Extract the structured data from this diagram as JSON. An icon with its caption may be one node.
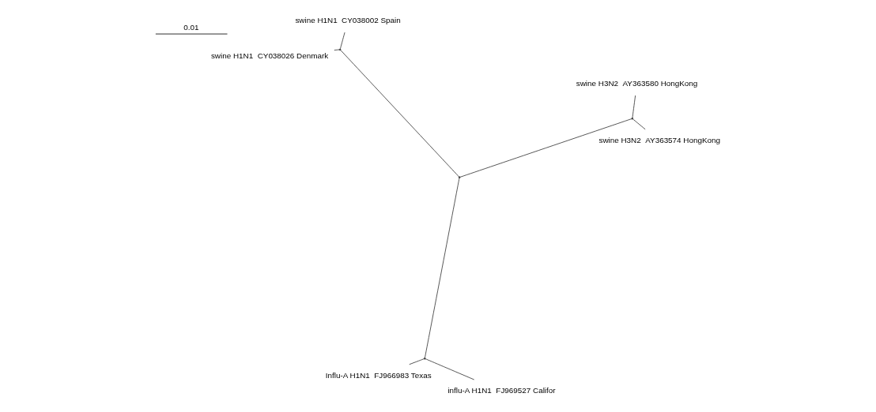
{
  "diagram": {
    "nodes": [
      {
        "text": [
          "Influ-A H1N1  FJ966983 Texas"
        ]
      },
      {
        "text": [
          "influ-A H1N1  FJ969527 Califor"
        ]
      },
      {
        "text": [],
        "shape": "point"
      },
      {
        "text": [],
        "shape": "point"
      },
      {
        "text": [
          "swine H1N1  CY038002 Spain"
        ]
      },
      {
        "text": [
          "swine H1N1  CY038026 Denmark"
        ]
      },
      {
        "text": [],
        "shape": "point"
      },
      {
        "text": [
          "swine H3N2  AY363574 HongKong"
        ]
      },
      {
        "text": [
          "swine H3N2  AY363580 HongKong"
        ]
      },
      {
        "text": [],
        "shape": "point"
      }
    ],
    "edges": [
      {
        "from": 0,
        "to": 2,
        "arrow": "none"
      },
      {
        "from": 1,
        "to": 2,
        "arrow": "none"
      },
      {
        "from": 2,
        "to": 3,
        "arrow": "none"
      },
      {
        "from": 6,
        "to": 3,
        "arrow": "none"
      },
      {
        "from": 4,
        "to": 6,
        "arrow": "none"
      },
      {
        "from": 5,
        "to": 6,
        "arrow": "none"
      },
      {
        "from": 3,
        "to": 9,
        "arrow": "none"
      },
      {
        "from": 9,
        "to": 7,
        "arrow": "none"
      },
      {
        "from": 9,
        "to": 8,
        "arrow": "none"
      }
    ],
    "labels": [
      "0.01"
    ]
  }
}
